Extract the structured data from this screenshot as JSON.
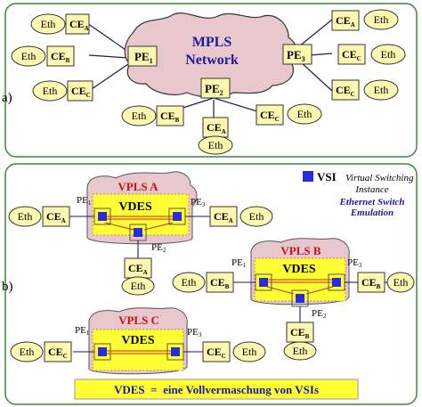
{
  "colors": {
    "panel_border": "#3a8a3a",
    "cloud_fill": "#e8c8cc",
    "node_fill": "#fff8b0",
    "vdes_fill": "#ffff33",
    "vsi_fill": "#2b2bd9",
    "line_red": "#dd2222",
    "vpls_label": "#cc1111",
    "emul_label": "#1a1aa0"
  },
  "panel_a": {
    "label": "a)",
    "cloud": {
      "line1": "MPLS",
      "line2": "Network"
    },
    "eth": "Eth",
    "ce": "CE",
    "pe": "PE",
    "pe1_sub": "1",
    "pe2_sub": "2",
    "pe3_sub": "3",
    "ce_a": "A",
    "ce_b": "B",
    "ce_c": "C"
  },
  "panel_b": {
    "label": "b)",
    "legend": {
      "vsi": "VSI",
      "line1": "Virtual Switching",
      "line2": "Instance",
      "line3": "Ethernet Switch",
      "line4": "Emulation"
    },
    "vpls_a": "VPLS A",
    "vpls_b": "VPLS B",
    "vpls_c": "VPLS C",
    "vdes": "VDES",
    "footer": "VDES  =  eine Vollvermaschung von VSIs"
  }
}
